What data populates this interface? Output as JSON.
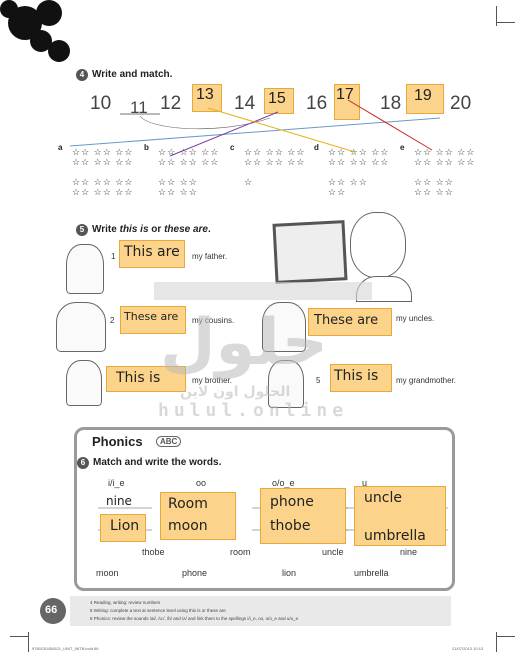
{
  "sec4": {
    "num": "4",
    "title": "Write and match."
  },
  "numbers": [
    "10",
    "11",
    "12",
    "13",
    "14",
    "15",
    "16",
    "17",
    "18",
    "19",
    "20"
  ],
  "groups": [
    "a",
    "b",
    "c",
    "d",
    "e"
  ],
  "sec5": {
    "num": "5",
    "title_prefix": "Write ",
    "title_em1": "this is",
    "title_mid": " or ",
    "title_em2": "these are",
    "title_end": "."
  },
  "items5": [
    {
      "n": "1",
      "answer": "This are",
      "text": "my father."
    },
    {
      "n": "2",
      "answer": "These are",
      "text": "my cousins."
    },
    {
      "n": "",
      "answer": "These are",
      "text": "my uncles."
    },
    {
      "n": "",
      "answer": "This is",
      "text": "my brother."
    },
    {
      "n": "5",
      "answer": "This is",
      "text": "my grandmother."
    }
  ],
  "phonics": {
    "title": "Phonics",
    "badge": "ABC",
    "sec_num": "6",
    "instruction": "Match and write the words.",
    "headers": [
      "i/i_e",
      "oo",
      "o/o_e",
      "u"
    ],
    "handwriting": [
      "nine",
      "Lion",
      "Room",
      "moon",
      "phone",
      "thobe",
      "uncle",
      "umbrella"
    ],
    "row1": [
      "thobe",
      "room",
      "uncle",
      "nine"
    ],
    "row2": [
      "moon",
      "phone",
      "lion",
      "umbrella"
    ]
  },
  "page_number": "66",
  "footer": [
    "4  Reading, writing: review numbers",
    "5  Writing: complete a text at sentence level using this is or these are",
    "6  Phonics: review the sounds /ai/, /u:/, /b/ and /ʌ/ and link them to the spellings i/i_e, oo, o/o_e and u/u_e"
  ],
  "watermark": {
    "logo": "حلول",
    "arabic": "الحلول اون لاين",
    "latin": "hulul.online"
  },
  "print_info": {
    "left": "9780230454521_UNIT_06TB.indd 66",
    "right": "21/07/2013 10:13"
  }
}
